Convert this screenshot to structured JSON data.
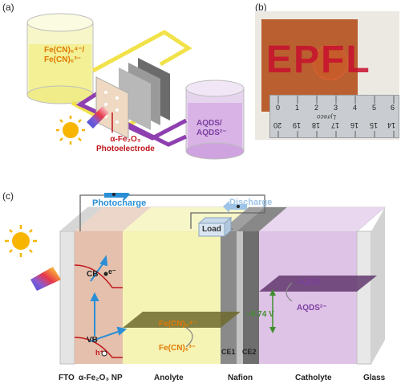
{
  "panels": {
    "a": {
      "label": "(a)"
    },
    "b": {
      "label": "(b)"
    },
    "c": {
      "label": "(c)"
    }
  },
  "panel_a": {
    "left_tank_line1": "Fe(CN)₆⁴⁻/",
    "left_tank_line2": "Fe(CN)₆³⁻",
    "right_tank_line1": "AQDS/",
    "right_tank_line2": "AQDS²⁻",
    "electrode_line1": "α-Fe₂O₃",
    "electrode_line2": "Photoelectrode",
    "icons": [
      "sun-icon",
      "light-beam-icon"
    ]
  },
  "panel_b": {
    "logo_text": "EPFL",
    "ruler_numbers_top": [
      "0",
      "1",
      "2",
      "3",
      "4",
      "5",
      "6"
    ],
    "ruler_numbers_bottom": [
      "20",
      "19",
      "18",
      "17",
      "16",
      "15",
      "14"
    ],
    "ruler_brand": "Lyreco"
  },
  "panel_c": {
    "photocharge": "Photocharge",
    "discharge": "Discharge",
    "load": "Load",
    "cb": "CB",
    "electron": "e⁻",
    "vb": "VB",
    "hole": "h⁺",
    "ferro": "Fe(CN)₆⁴⁻",
    "ferri": "Fe(CN)₆³⁻",
    "aqds": "AQDS",
    "aqds2": "AQDS²⁻",
    "voltage": "~0.74 V",
    "ce1": "CE1",
    "ce2": "CE2",
    "bottom_labels": {
      "fto": "FTO",
      "np": "α-Fe₂O₃ NP",
      "anolyte": "Anolyte",
      "nafion": "Nafion",
      "catholyte": "Catholyte",
      "glass": "Glass"
    }
  },
  "colors": {
    "anolyte": "#f3f2a8",
    "catholyte": "#d9b8e3",
    "hematite": "#e2b9a3",
    "arrow_blue": "#2a8fd6",
    "red_text": "#c0161c",
    "purple_text": "#7b3fa0",
    "orange_text": "#e07a00",
    "green_text": "#3f8f2e"
  }
}
